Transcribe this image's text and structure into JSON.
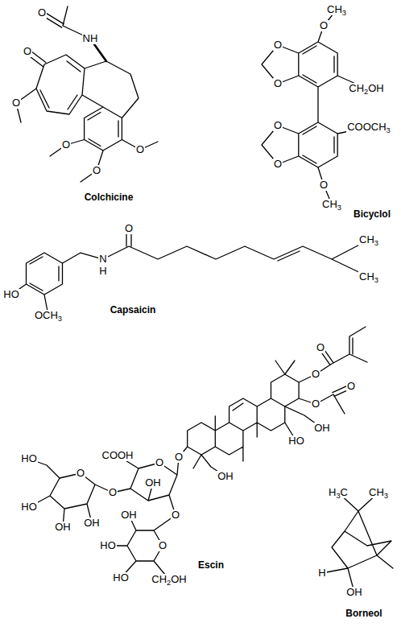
{
  "diagram": {
    "labels": [
      "O",
      "NH",
      "O",
      "O",
      "O",
      "O",
      "O",
      "Colchicine",
      "CH3",
      "O",
      "O",
      "O",
      "CH2OH",
      "COOCH3",
      "O",
      "O",
      "O",
      "CH3",
      "Bicyclol",
      "O",
      "N",
      "H",
      "CH3",
      "CH3",
      "HO",
      "OCH3",
      "Capsaicin",
      "O",
      "O",
      "O",
      "O",
      "OH",
      "HO",
      "OH",
      "O",
      "COOH",
      "O",
      "OH",
      "O",
      "HO",
      "O",
      "HO",
      "OH",
      "OH",
      "O",
      "OH",
      "O",
      "HO",
      "HO",
      "CH2OH",
      "Escin",
      "H3C",
      "CH3",
      "H",
      "OH",
      "Borneol"
    ]
  }
}
